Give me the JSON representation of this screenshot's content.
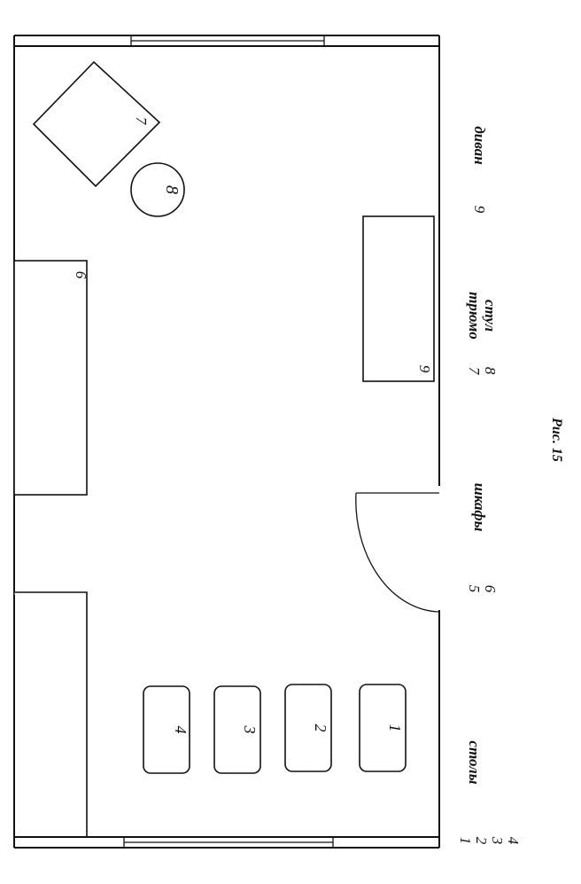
{
  "figure": {
    "caption": "Рис. 15",
    "furniture_numbers": {
      "desk_1": "1",
      "desk_2": "2",
      "desk_3": "3",
      "desk_4": "4",
      "cabinet_6": "6",
      "sofa_7": "7",
      "chair_8": "8",
      "mirror_9": "9"
    },
    "legend": [
      {
        "numbers": [
          "1",
          "2",
          "3",
          "4"
        ],
        "label": "столы"
      },
      {
        "numbers": [
          "5",
          "6"
        ],
        "label": "шкафы"
      },
      {
        "numbers": [
          "7",
          "8"
        ],
        "labels": [
          "трюмо",
          "стул"
        ]
      },
      {
        "numbers": [
          "9"
        ],
        "label": "диван"
      }
    ]
  }
}
